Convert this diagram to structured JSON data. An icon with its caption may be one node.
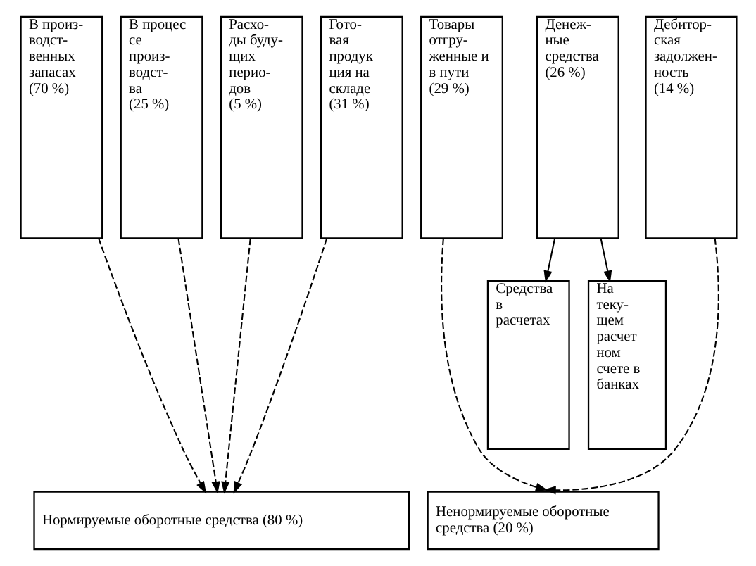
{
  "diagram": {
    "nodes": [
      {
        "text": [
          "В произ- водст- венных запасах (70 %)"
        ]
      },
      {
        "text": [
          "В процес се произ- водст- ва (25 %)"
        ]
      },
      {
        "text": [
          "Расхо- ды буду- щих перио- дов (5 %)"
        ]
      },
      {
        "text": [
          "Гото- вая продук ция на складе (31 %)"
        ]
      },
      {
        "text": [
          "Товары отгру- женные и в пути (29 %)"
        ]
      },
      {
        "text": [
          "Денеж- ные средства (26 %)"
        ]
      },
      {
        "text": [
          "Дебитор- ская задолжен- ность (14 %)"
        ]
      },
      {
        "text": [
          "Средства в расчетах"
        ]
      },
      {
        "text": [
          "На теку- щем расчет ном счете в банках"
        ]
      },
      {
        "text": [
          "Нормируемые оборотные средства (80 %)"
        ]
      },
      {
        "text": [
          "Ненормируемые оборотные средства (20 %)"
        ]
      }
    ],
    "edges": [
      {
        "from": 0,
        "to": 9,
        "arrow": "to",
        "style": "dashed"
      },
      {
        "from": 1,
        "to": 9,
        "arrow": "to",
        "style": "dashed"
      },
      {
        "from": 2,
        "to": 9,
        "arrow": "to",
        "style": "dashed"
      },
      {
        "from": 3,
        "to": 9,
        "arrow": "to",
        "style": "dashed"
      },
      {
        "from": 5,
        "to": 7,
        "arrow": "to"
      },
      {
        "from": 5,
        "to": 8,
        "arrow": "to"
      },
      {
        "from": 4,
        "to": 10,
        "arrow": "to",
        "style": "dashed"
      },
      {
        "from": 6,
        "to": 10,
        "arrow": "to",
        "style": "dashed"
      }
    ]
  }
}
